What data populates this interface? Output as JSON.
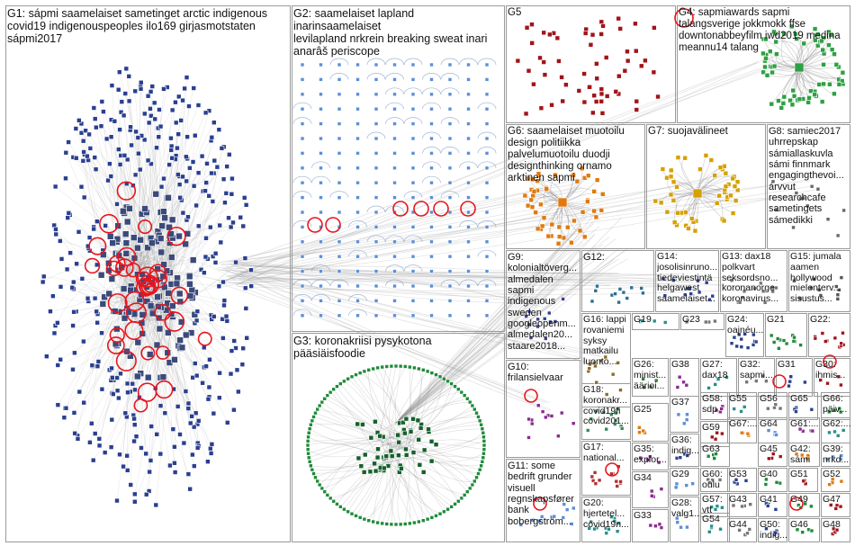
{
  "colors": {
    "background": "#ffffff",
    "panel_border": "#9a9a9a",
    "edge": "#8a8a8a",
    "self_loop": "#e8141c",
    "g1": "#2a3f8f",
    "g2": "#5b8fd6",
    "g3": "#1f8a3a",
    "g4": "#2ea043",
    "g5": "#a0141a",
    "g6": "#e07a10",
    "g7": "#d6a000",
    "g8": "#666666"
  },
  "groups": [
    {
      "id": "G1",
      "label": "G1: sápmi saamelaiset sametinget arctic indigenous\ncovid19 indigenouspeoples ilo169 girjasmotstaten\nsápmi2017"
    },
    {
      "id": "G2",
      "label": "G2: saamelaiset lapland inarinsaamelaiset\nlevilapland nrkrein breaking sweat inari\nanarâš periscope"
    },
    {
      "id": "G3",
      "label": "G3: koronakriisi pysykotona pääsiäisfoodie"
    },
    {
      "id": "G4",
      "label": "G4: sapmiawards sapmi\ntalangsverige jokkmokk ffse\ndowntonabbeyfilm iwd2019 medina\nmeannu14 talang"
    },
    {
      "id": "G5",
      "label": "G5"
    },
    {
      "id": "G6",
      "label": "G6: saamelaiset muotoilu\ndesign politiikka\npalvelumuotoilu duodji\ndesignthinking ornamo\narktinen sapmi"
    },
    {
      "id": "G7",
      "label": "G7: suojavälineet"
    },
    {
      "id": "G8",
      "label": "G8: samiec2017\nuhrrepskap\nsámiallaskuvla\nsámi finnmark\nengagingthevoi...\nárvvut\nresearchcafe\nsametingets\nsámedikki"
    },
    {
      "id": "G9",
      "label": "G9:\nkolonialtöverg...\nalmedalen\nsapmi\nindigenous\nsweden\ngoogleopenm...\nalmedalen20...\nstaare2018..."
    },
    {
      "id": "G10",
      "label": "G10:\nfrilansielvaar"
    },
    {
      "id": "G11",
      "label": "G11: some\nbedrift grunder\nvisuell\nregnskapsfører\nbank\nbobergström..."
    },
    {
      "id": "G12",
      "label": "G12:"
    },
    {
      "id": "G13",
      "label": "G13: dax18\npolkvart\nseksordsno...\nkoronanorge\nkoronavirus..."
    },
    {
      "id": "G14",
      "label": "G14:\njosolisinruno...\ntiedeviestintä\nhelgawest\nsaamelaiset..."
    },
    {
      "id": "G15",
      "label": "G15: jumala\naamen\nhollywood\nmielenterv...\nsisustus..."
    },
    {
      "id": "G16",
      "label": "G16: lappi\nrovaniemi\nsyksy\nmatkailu\nluonto..."
    },
    {
      "id": "G17",
      "label": "G17:\nnational..."
    },
    {
      "id": "G18",
      "label": "G18:\nkoronakr...\ncovid19fi\ncovid201..."
    },
    {
      "id": "G19",
      "label": "G19"
    },
    {
      "id": "G20",
      "label": "G20:\nhjertetel...\ncovid19n..."
    },
    {
      "id": "G21",
      "label": "G21"
    },
    {
      "id": "G22",
      "label": "G22:"
    },
    {
      "id": "G23",
      "label": "G23"
    },
    {
      "id": "G24",
      "label": "G24:\noajnéu..."
    },
    {
      "id": "G25",
      "label": "G25"
    },
    {
      "id": "G26",
      "label": "G26:\nminist...\näärioi..."
    },
    {
      "id": "G27",
      "label": "G27:\ndax18"
    },
    {
      "id": "G28",
      "label": "G28:\nvalg1..."
    },
    {
      "id": "G29",
      "label": "G29"
    },
    {
      "id": "G30",
      "label": "G30:\nihmis..."
    },
    {
      "id": "G31",
      "label": "G31"
    },
    {
      "id": "G32",
      "label": "G32:\nsapmi..."
    },
    {
      "id": "G33",
      "label": "G33"
    },
    {
      "id": "G34",
      "label": "G34"
    },
    {
      "id": "G35",
      "label": "G35:\nexplor..."
    },
    {
      "id": "G36",
      "label": "G36:\nindig..."
    },
    {
      "id": "G37",
      "label": "G37"
    },
    {
      "id": "G38",
      "label": "G38"
    },
    {
      "id": "G39",
      "label": "G39:\nnrkd..."
    },
    {
      "id": "G40",
      "label": "G40"
    },
    {
      "id": "G41",
      "label": "G41"
    },
    {
      "id": "G42",
      "label": "G42:\nsámi"
    },
    {
      "id": "G43",
      "label": "G43"
    },
    {
      "id": "G44",
      "label": "G44"
    },
    {
      "id": "G45",
      "label": "G45"
    },
    {
      "id": "G46",
      "label": "G46"
    },
    {
      "id": "G47",
      "label": "G47"
    },
    {
      "id": "G48",
      "label": "G48"
    },
    {
      "id": "G49",
      "label": "G49"
    },
    {
      "id": "G50",
      "label": "G50:\nindig..."
    },
    {
      "id": "G51",
      "label": "G51"
    },
    {
      "id": "G52",
      "label": "G52"
    },
    {
      "id": "G53",
      "label": "G53"
    },
    {
      "id": "G54",
      "label": "G54"
    },
    {
      "id": "G55",
      "label": "G55"
    },
    {
      "id": "G56",
      "label": "G56"
    },
    {
      "id": "G57",
      "label": "G57:\nvtt"
    },
    {
      "id": "G58",
      "label": "G58:\nsdp"
    },
    {
      "id": "G59",
      "label": "G59"
    },
    {
      "id": "G60",
      "label": "G60:\noulu"
    },
    {
      "id": "G61",
      "label": "G61:..."
    },
    {
      "id": "G62",
      "label": "G62:..."
    },
    {
      "id": "G63",
      "label": "G63"
    },
    {
      "id": "G64",
      "label": "G64"
    },
    {
      "id": "G65",
      "label": "G65"
    },
    {
      "id": "G66",
      "label": "G66:\npäiv..."
    },
    {
      "id": "G67",
      "label": "G67:..."
    }
  ]
}
